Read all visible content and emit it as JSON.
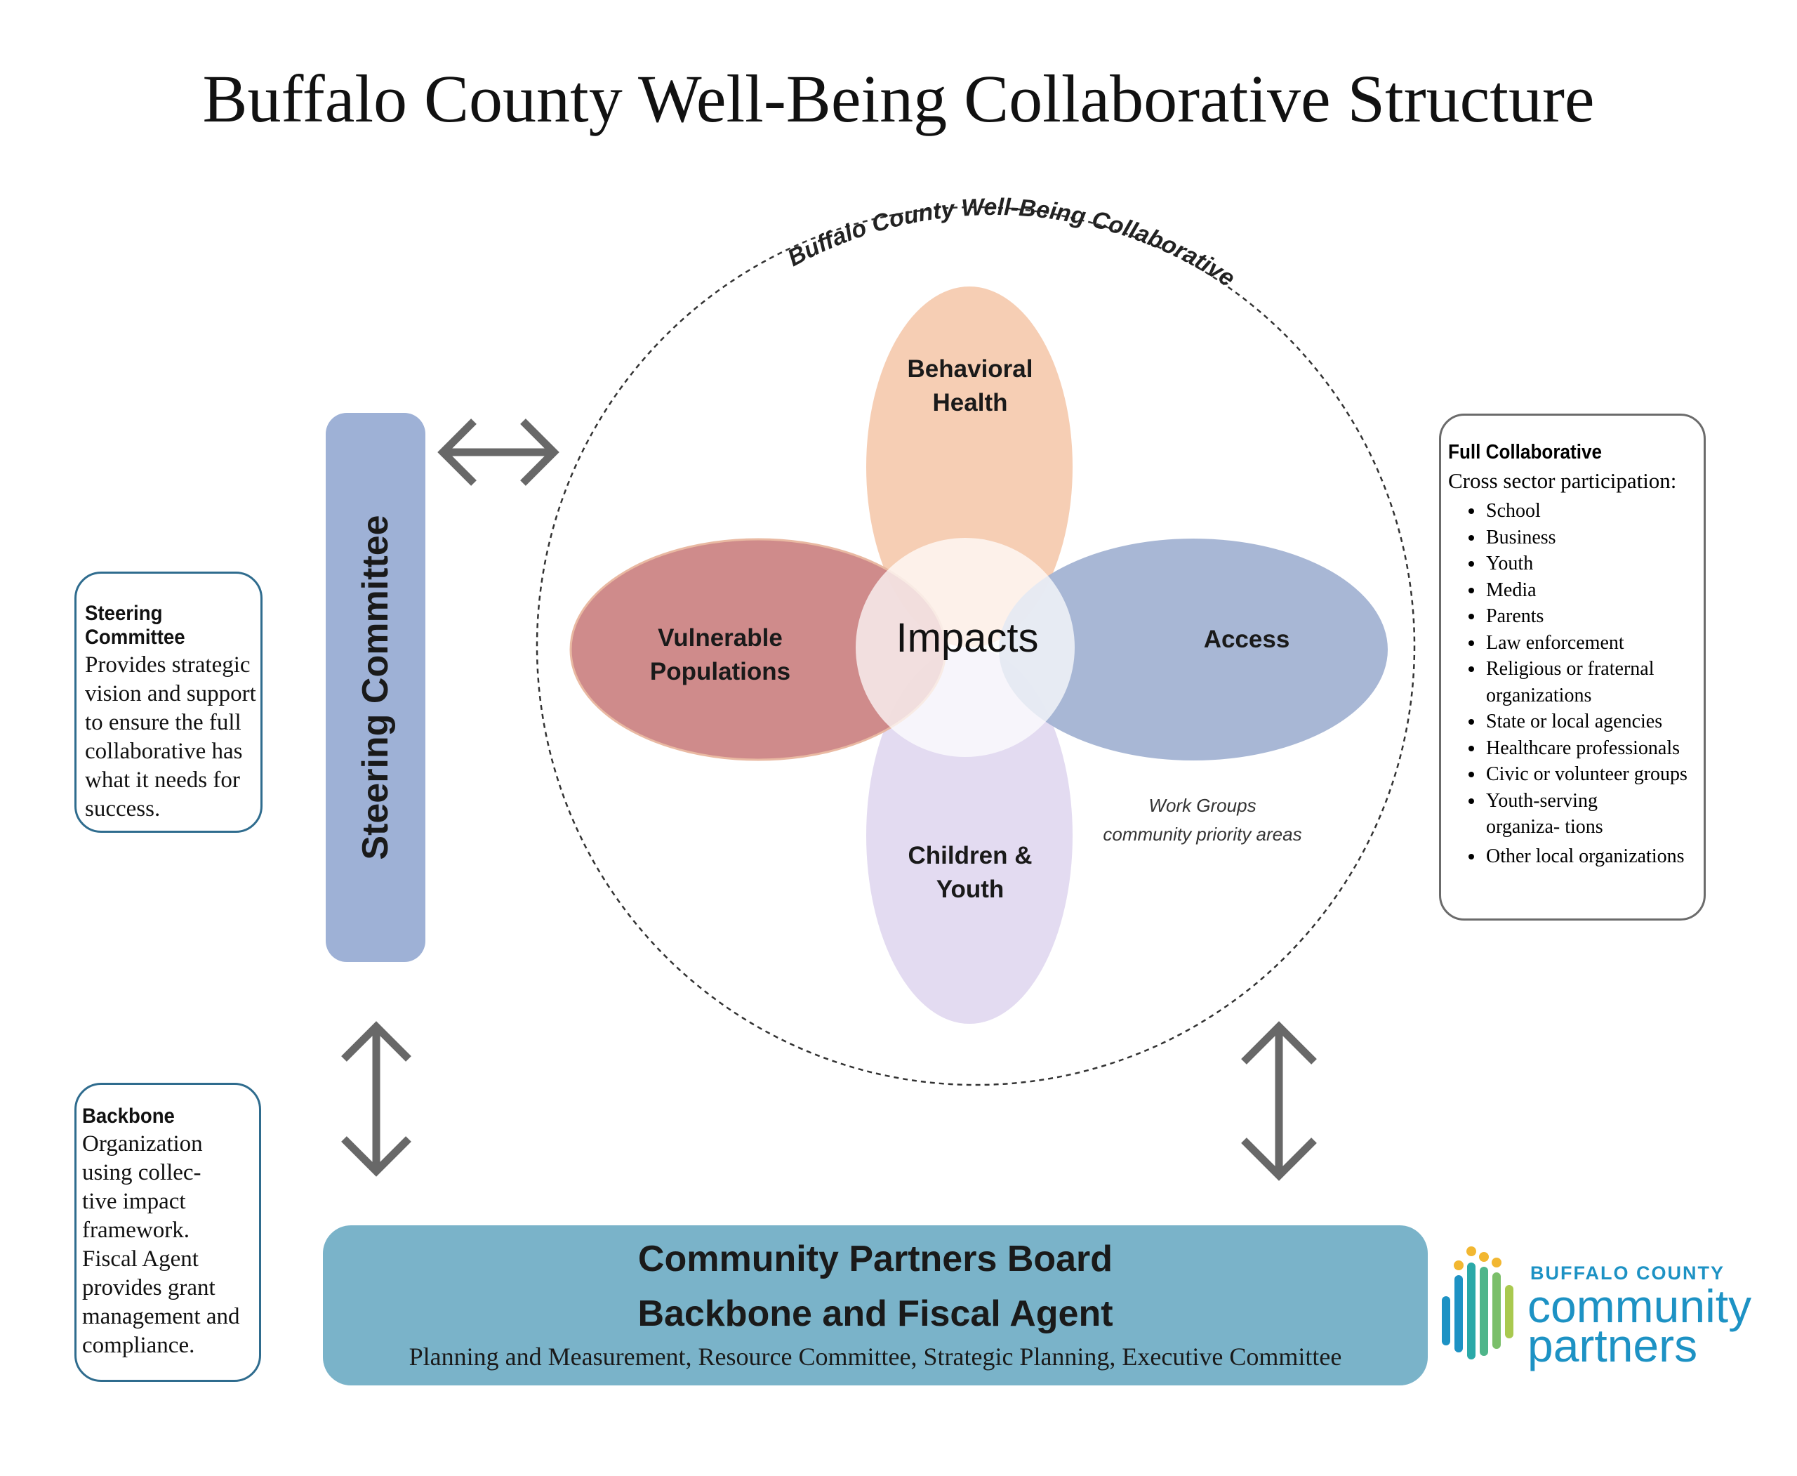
{
  "title": "Buffalo County Well-Being Collaborative Structure",
  "collaborative_arc_label": "Buffalo County Well-Being Collaborative",
  "petals": {
    "top": [
      "Behavioral",
      "Health"
    ],
    "left": [
      "Vulnerable",
      "Populations"
    ],
    "right": [
      "Access"
    ],
    "bottom": [
      "Children &",
      "Youth"
    ],
    "center": "Impacts"
  },
  "work_groups": {
    "line1": "Work Groups",
    "line2": "community priority areas"
  },
  "steering_bar_label": "Steering Committee",
  "steering_note": {
    "heading": "Steering Committee",
    "body": [
      "Provides strategic",
      "vision and support",
      "to ensure the full",
      "collaborative has",
      "what it needs for",
      "success."
    ]
  },
  "backbone_note": {
    "heading": "Backbone",
    "body": [
      "Organization",
      "using collec-",
      "tive impact",
      "framework.",
      "Fiscal Agent",
      "provides grant",
      "management and",
      "compliance."
    ]
  },
  "full_collaborative": {
    "heading": "Full Collaborative",
    "subheading": "Cross sector participation:",
    "items": [
      "School",
      "Business",
      "Youth",
      "Media",
      "Parents",
      "Law enforcement",
      "Religious or fraternal organizations",
      "State or local agencies",
      "Healthcare professionals",
      "Civic or volunteer groups",
      "Youth-serving organiza- tions",
      "Other local organizations"
    ]
  },
  "board": {
    "line1": "Community Partners Board",
    "line2": "Backbone and Fiscal Agent",
    "line3": "Planning and Measurement, Resource Committee, Strategic Planning, Executive Committee"
  },
  "logo": {
    "small": "BUFFALO COUNTY",
    "big1": "community",
    "big2": "partners"
  },
  "colors": {
    "behavioral_health": "#f5cbb0",
    "vulnerable_populations": "#cd8585",
    "access": "#a3b3d3",
    "children_youth": "#e2d9f0",
    "steering_bar": "#9eb1d6",
    "board": "#7ab3c9",
    "arrow": "#686868",
    "note_border": "#2f6c8e",
    "logo_accent": "#1d92c4"
  }
}
